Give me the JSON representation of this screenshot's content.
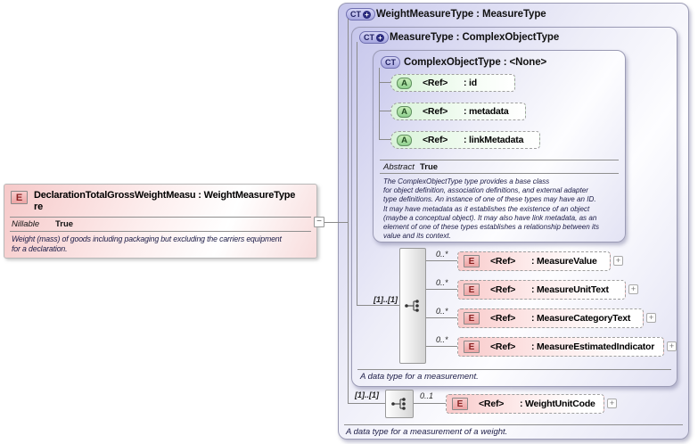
{
  "left_element": {
    "icon": "E",
    "title_line1": "DeclarationTotalGrossWeightMeasu : WeightMeasureType",
    "title_line2": "re",
    "property_label": "Nillable",
    "property_value": "True",
    "description_line1": "Weight (mass) of goods including packaging but excluding the carriers equipment",
    "description_line2": "for a declaration."
  },
  "toggles": {
    "collapse": "−",
    "expand": "+"
  },
  "weight_measure_type": {
    "icon": "CT",
    "extension_badge": "+",
    "title": "WeightMeasureType : MeasureType",
    "occurrence": "[1]..[1]",
    "elements": [
      {
        "cardinality": "0..1",
        "icon": "E",
        "ref": "<Ref>",
        "name": ": WeightUnitCode"
      }
    ],
    "footer": "A data type for a measurement of a weight."
  },
  "measure_type": {
    "icon": "CT",
    "extension_badge": "+",
    "title": "MeasureType : ComplexObjectType",
    "occurrence": "[1]..[1]",
    "elements": [
      {
        "cardinality": "0..*",
        "icon": "E",
        "ref": "<Ref>",
        "name": ": MeasureValue"
      },
      {
        "cardinality": "0..*",
        "icon": "E",
        "ref": "<Ref>",
        "name": ": MeasureUnitText"
      },
      {
        "cardinality": "0..*",
        "icon": "E",
        "ref": "<Ref>",
        "name": ": MeasureCategoryText"
      },
      {
        "cardinality": "0..*",
        "icon": "E",
        "ref": "<Ref>",
        "name": ": MeasureEstimatedIndicator"
      }
    ],
    "footer": "A data type for a measurement."
  },
  "complex_object_type": {
    "icon": "CT",
    "title": "ComplexObjectType : <None>",
    "attributes": [
      {
        "icon": "A",
        "ref": "<Ref>",
        "name": ": id"
      },
      {
        "icon": "A",
        "ref": "<Ref>",
        "name": ": metadata"
      },
      {
        "icon": "A",
        "ref": "<Ref>",
        "name": ": linkMetadata"
      }
    ],
    "property_label": "Abstract",
    "property_value": "True",
    "description_lines": [
      "The ComplexObjectType type provides a base class",
      "for object definition, association definitions, and external adapter",
      "type definitions. An instance of one of these types may have an ID.",
      "It may have metadata as it establishes the existence of an object",
      "(maybe a conceptual object). It may also have link metadata, as an",
      "element of one of these types establishes a relationship between its",
      "value and its context."
    ]
  },
  "colors": {
    "container_lavender": "#c7c7ec",
    "element_pink": "#f9caca",
    "attribute_green": "#d9f3d9",
    "line_gray": "#8a8a8a"
  }
}
